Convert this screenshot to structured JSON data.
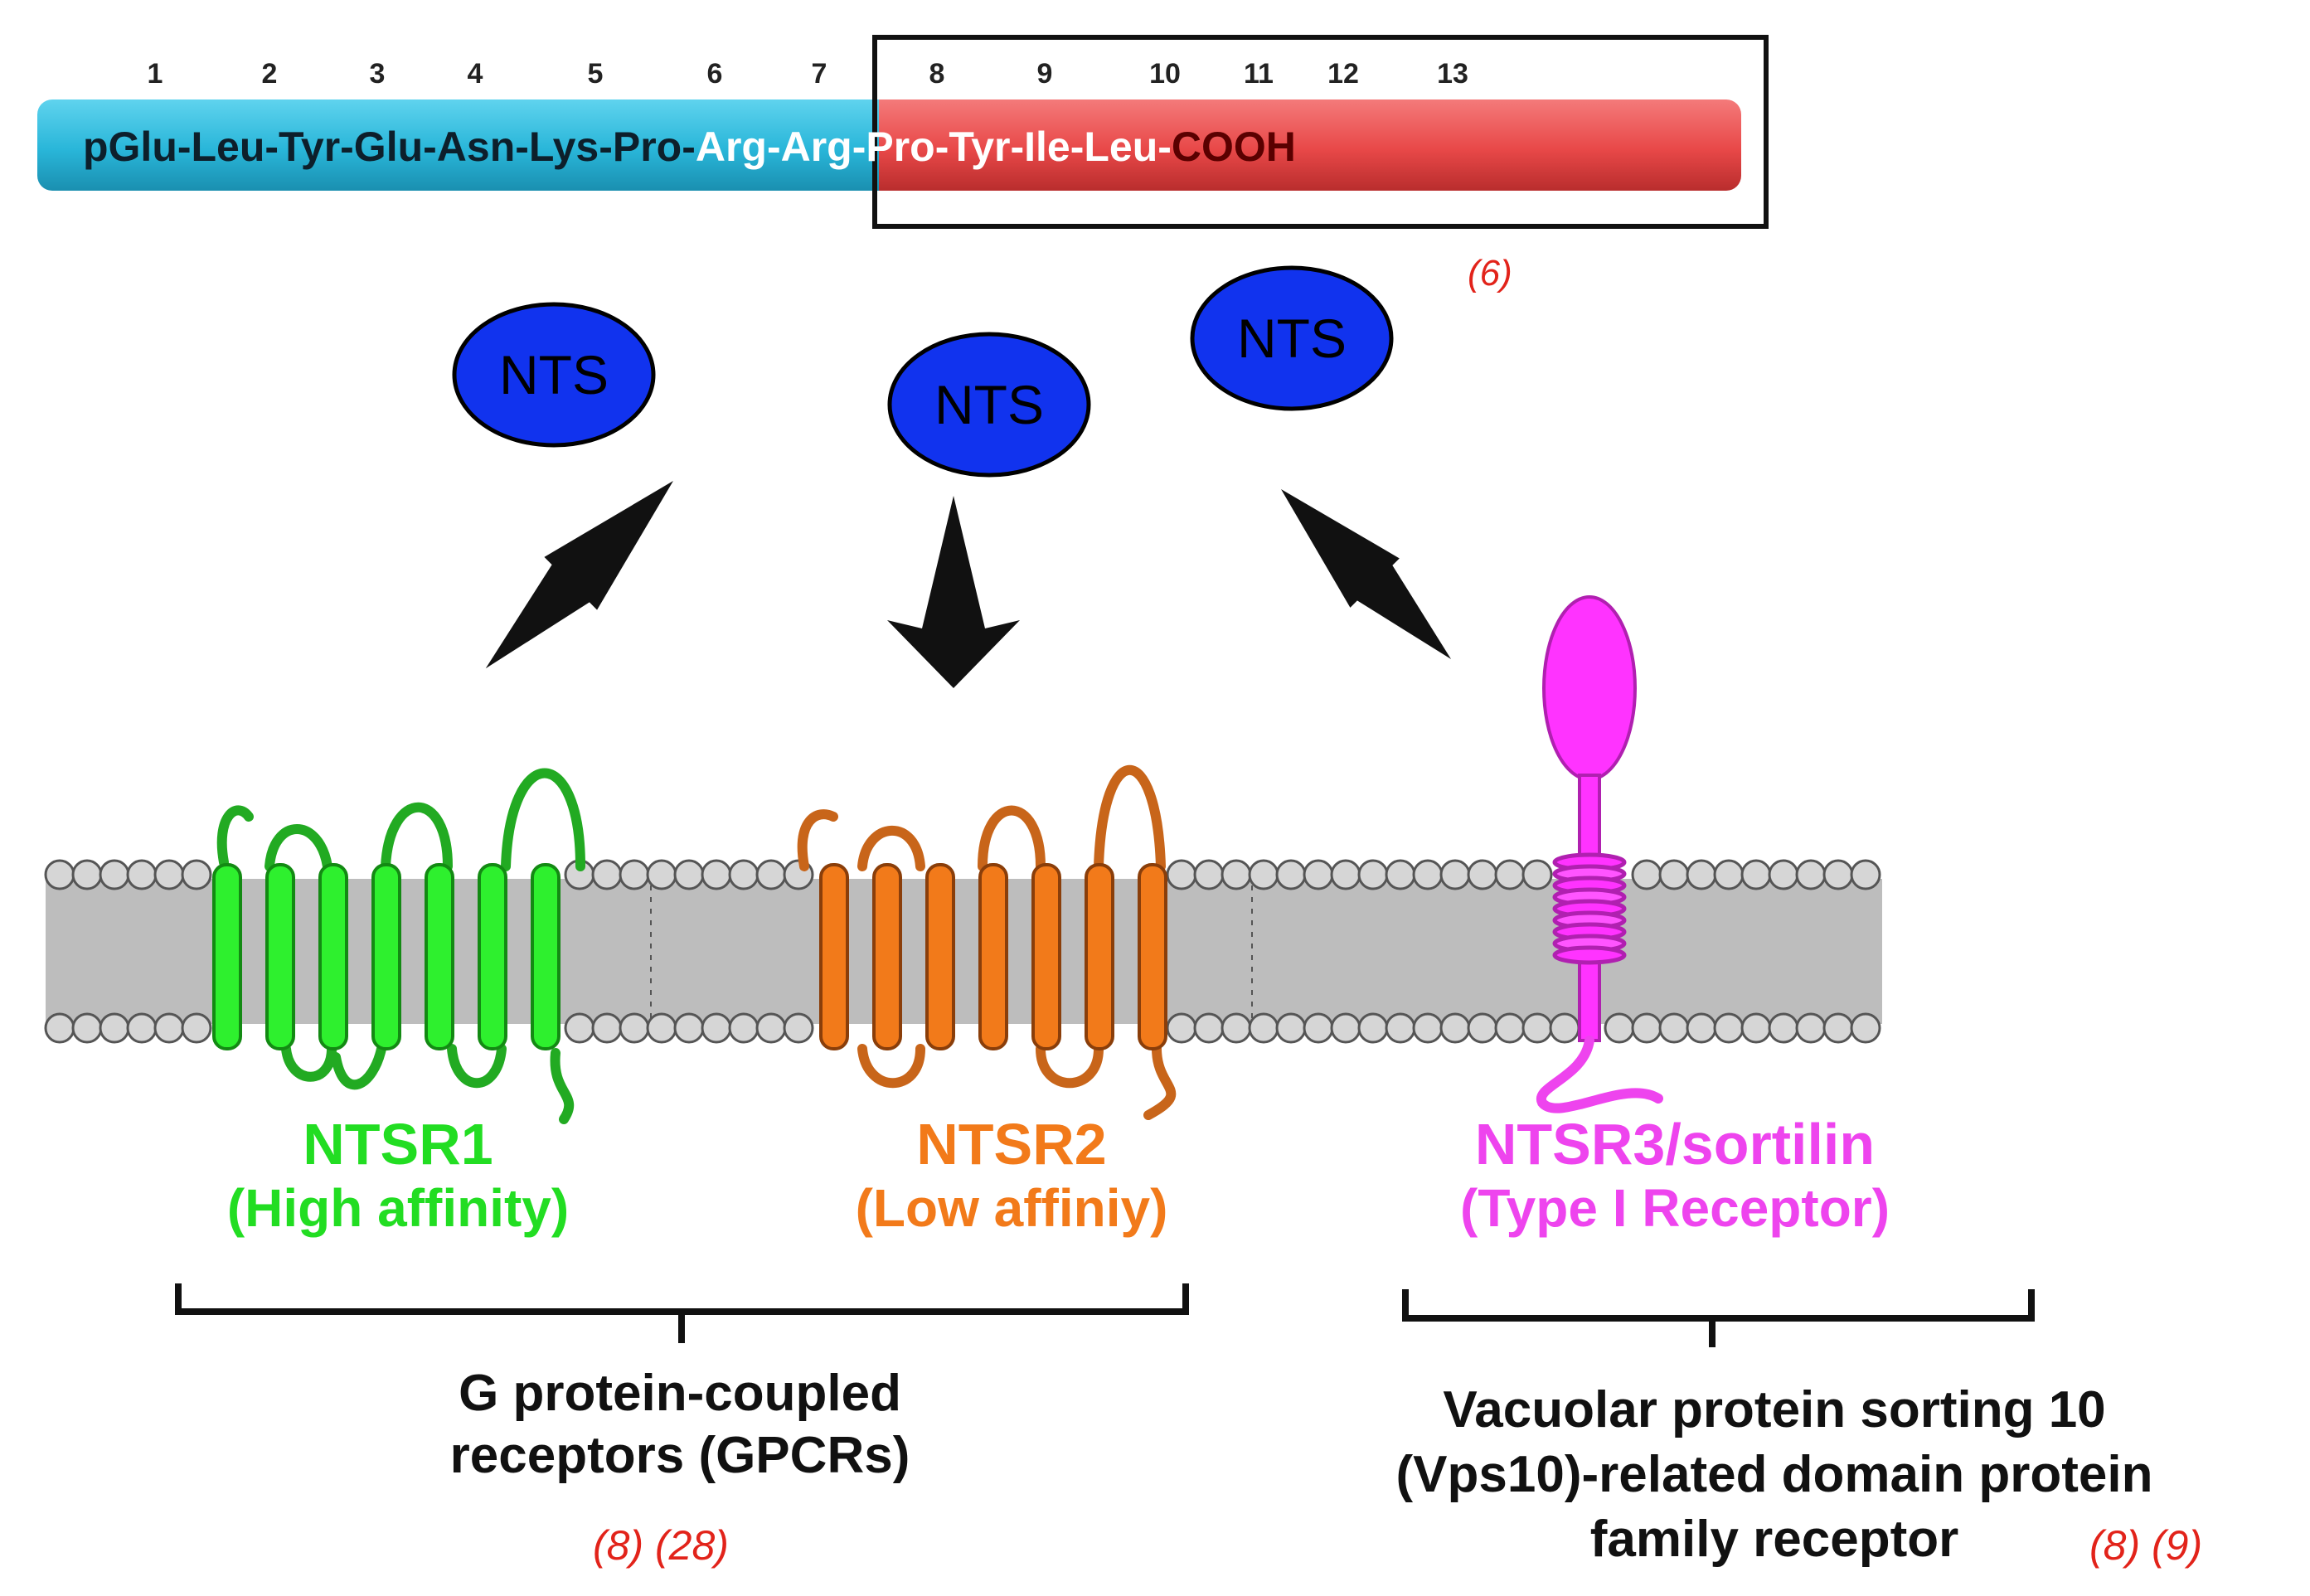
{
  "peptide": {
    "positions": [
      "1",
      "2",
      "3",
      "4",
      "5",
      "6",
      "7",
      "8",
      "9",
      "10",
      "11",
      "12",
      "13"
    ],
    "segment_blue": "pGlu-Leu-Tyr-Glu-Asn-Lys-Pro-",
    "segment_red": "Arg-Arg-Pro-Tyr-Ile-Leu-",
    "terminus": "COOH",
    "reference": "(6)"
  },
  "ligand_label": "NTS",
  "receptors": [
    {
      "name": "NTSR1",
      "note": "(High affinity)",
      "color": "#22dd22"
    },
    {
      "name": "NTSR2",
      "note": "(Low affiniy)",
      "color": "#f27a1a"
    },
    {
      "name": "NTSR3/sortilin",
      "note": "(Type I Receptor)",
      "color": "#ee44ee"
    }
  ],
  "groups": {
    "gpcr": {
      "line1": "G protein-coupled",
      "line2": "receptors (GPCRs)",
      "refs": "(8) (28)"
    },
    "vps10": {
      "line1": "Vacuolar protein sorting 10",
      "line2": "(Vps10)-related domain protein",
      "line3": "family receptor",
      "refs": "(8) (9)"
    }
  },
  "colors": {
    "peptide_blue": "#29b6d9",
    "peptide_red": "#e84848",
    "ligand": "#1133ee",
    "membrane": "#bdbdbd",
    "reference": "#e2231a"
  }
}
